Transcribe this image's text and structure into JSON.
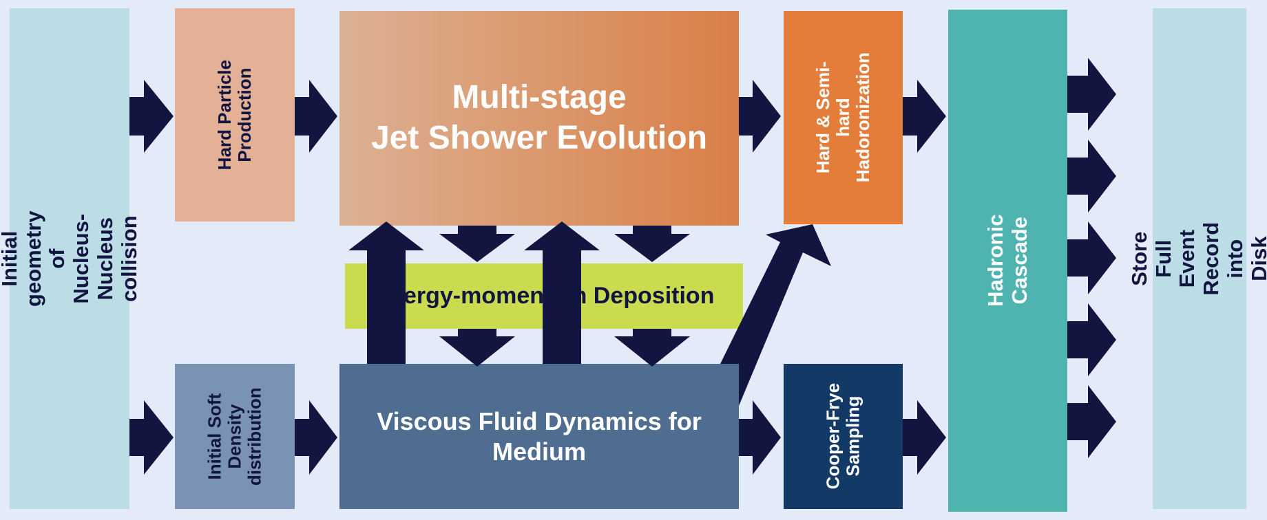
{
  "colors": {
    "background": "#e3ebf8",
    "arrow": "#111540",
    "initial_geometry": "#bcdde6",
    "hard_particle": "#e4b197",
    "jet_shower_start": "#dcb194",
    "jet_shower_end": "#d97f46",
    "hard_hadronization": "#e57d3a",
    "energy_deposition": "#cbdb4f",
    "initial_soft": "#7a93b5",
    "viscous_fluid": "#4e6d91",
    "cooper_frye": "#133967",
    "hadronic_cascade": "#4fb3b0",
    "store_record": "#bcdde6"
  },
  "diagram": {
    "initial_geometry": "Initial geometry of\nNucleus-Nucleus collision",
    "hard_particle": "Hard Particle\nProduction",
    "jet_shower": "Multi-stage\nJet Shower Evolution",
    "hard_hadronization": "Hard & Semi-hard\nHadoronization",
    "hadronic_cascade": "Hadronic Cascade",
    "store_record": "Store Full Event Record into\nDisk",
    "energy_deposition": "Energy-momentum Deposition",
    "initial_soft": "Initial Soft\nDensity\ndistribution",
    "viscous_fluid": "Viscous Fluid Dynamics for\nMedium",
    "cooper_frye": "Cooper-Frye\nSampling"
  }
}
